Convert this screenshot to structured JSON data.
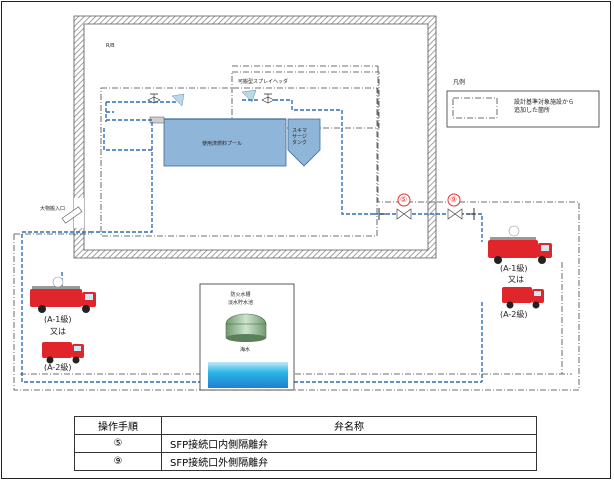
{
  "labels": {
    "rb": "R/B",
    "spray_header": "可搬型スプレイヘッダ",
    "pool": "使用済燃料プール",
    "skimmer": "スキマ\nサージ\nタンク",
    "entrance": "大物搬入口",
    "legend_title": "凡例",
    "legend_text": "設計基準対象施設から\n追加した箇所",
    "water_tank": "防火水槽\n淡水貯水池",
    "seawater": "海水",
    "valve5": "⑤",
    "valve9": "⑨",
    "left_truck1": "(A-1級)",
    "left_or": "又は",
    "left_truck2": "(A-2級)",
    "right_truck1": "(A-1級)",
    "right_or": "又は",
    "right_truck2": "(A-2級)"
  },
  "table": {
    "col1": "操作手順",
    "col2": "弁名称",
    "rows": [
      {
        "step": "⑤",
        "name": "SFP接続口内側隔離弁"
      },
      {
        "step": "⑨",
        "name": "SFP接続口外側隔離弁"
      }
    ]
  },
  "colors": {
    "pipe": "#2f6fb5",
    "wall_hatch": "#8a8a8a",
    "pool": "#8fb5d8",
    "truck": "#e0252b",
    "valve_mark": "#e03030"
  }
}
